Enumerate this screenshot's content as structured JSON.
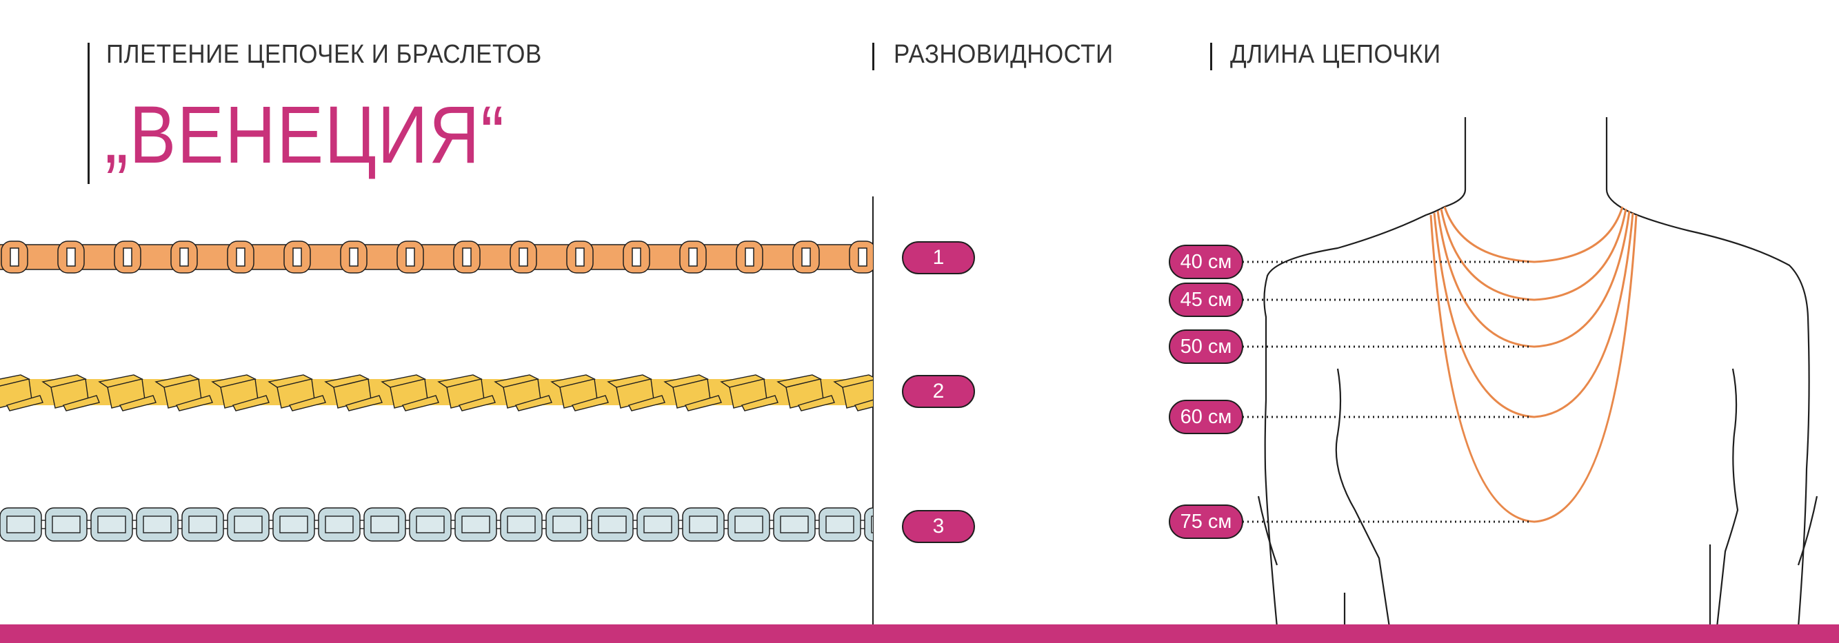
{
  "header": {
    "weaving_heading": "ПЛЕТЕНИЕ ЦЕПОЧЕК И БРАСЛЕТОВ",
    "title": "„ВЕНЕЦИЯ“",
    "varieties_heading": "РАЗНОВИДНОСТИ",
    "length_heading": "ДЛИНА ЦЕПОЧКИ"
  },
  "varieties": [
    {
      "label": "1",
      "color": "#f2a566"
    },
    {
      "label": "2",
      "color": "#f5c94f"
    },
    {
      "label": "3",
      "color": "#c6dbe0"
    }
  ],
  "lengths": [
    {
      "label": "40 см"
    },
    {
      "label": "45 см"
    },
    {
      "label": "50 см"
    },
    {
      "label": "60 см"
    },
    {
      "label": "75 см"
    }
  ],
  "colors": {
    "accent": "#c8327a",
    "chain_on_figure": "#e8884a",
    "outline": "#1e1e1e"
  }
}
